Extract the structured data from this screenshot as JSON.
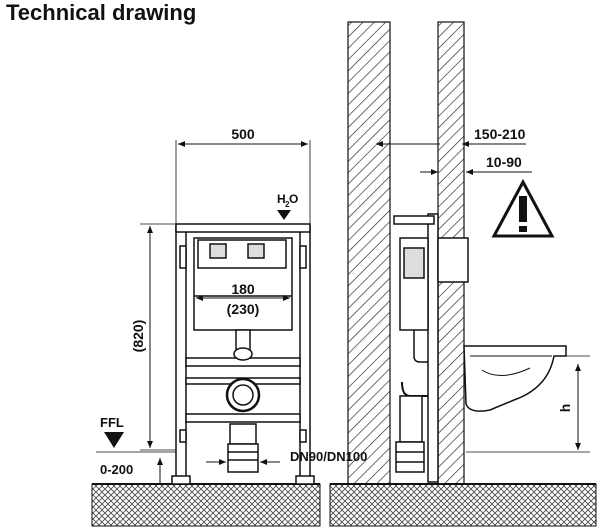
{
  "title": "Technical drawing",
  "dimensions": {
    "frame_width": "500",
    "cistern_height": "(820)",
    "flush_plate_width": "180",
    "flush_plate_width_alt": "(230)",
    "wall_offset_total": "150-210",
    "wall_offset_cladding": "10-90",
    "floor_adjust": "0-200",
    "pipe_size": "DN90/DN100",
    "pan_height": "h"
  },
  "labels": {
    "floor_level": "FFL",
    "water_h": "H",
    "water_2": "2",
    "water_o": "O"
  },
  "warning_symbol": "exclamation-triangle",
  "colors": {
    "ink": "#111111",
    "paper": "#ffffff",
    "wall_hatch": "#222222"
  }
}
